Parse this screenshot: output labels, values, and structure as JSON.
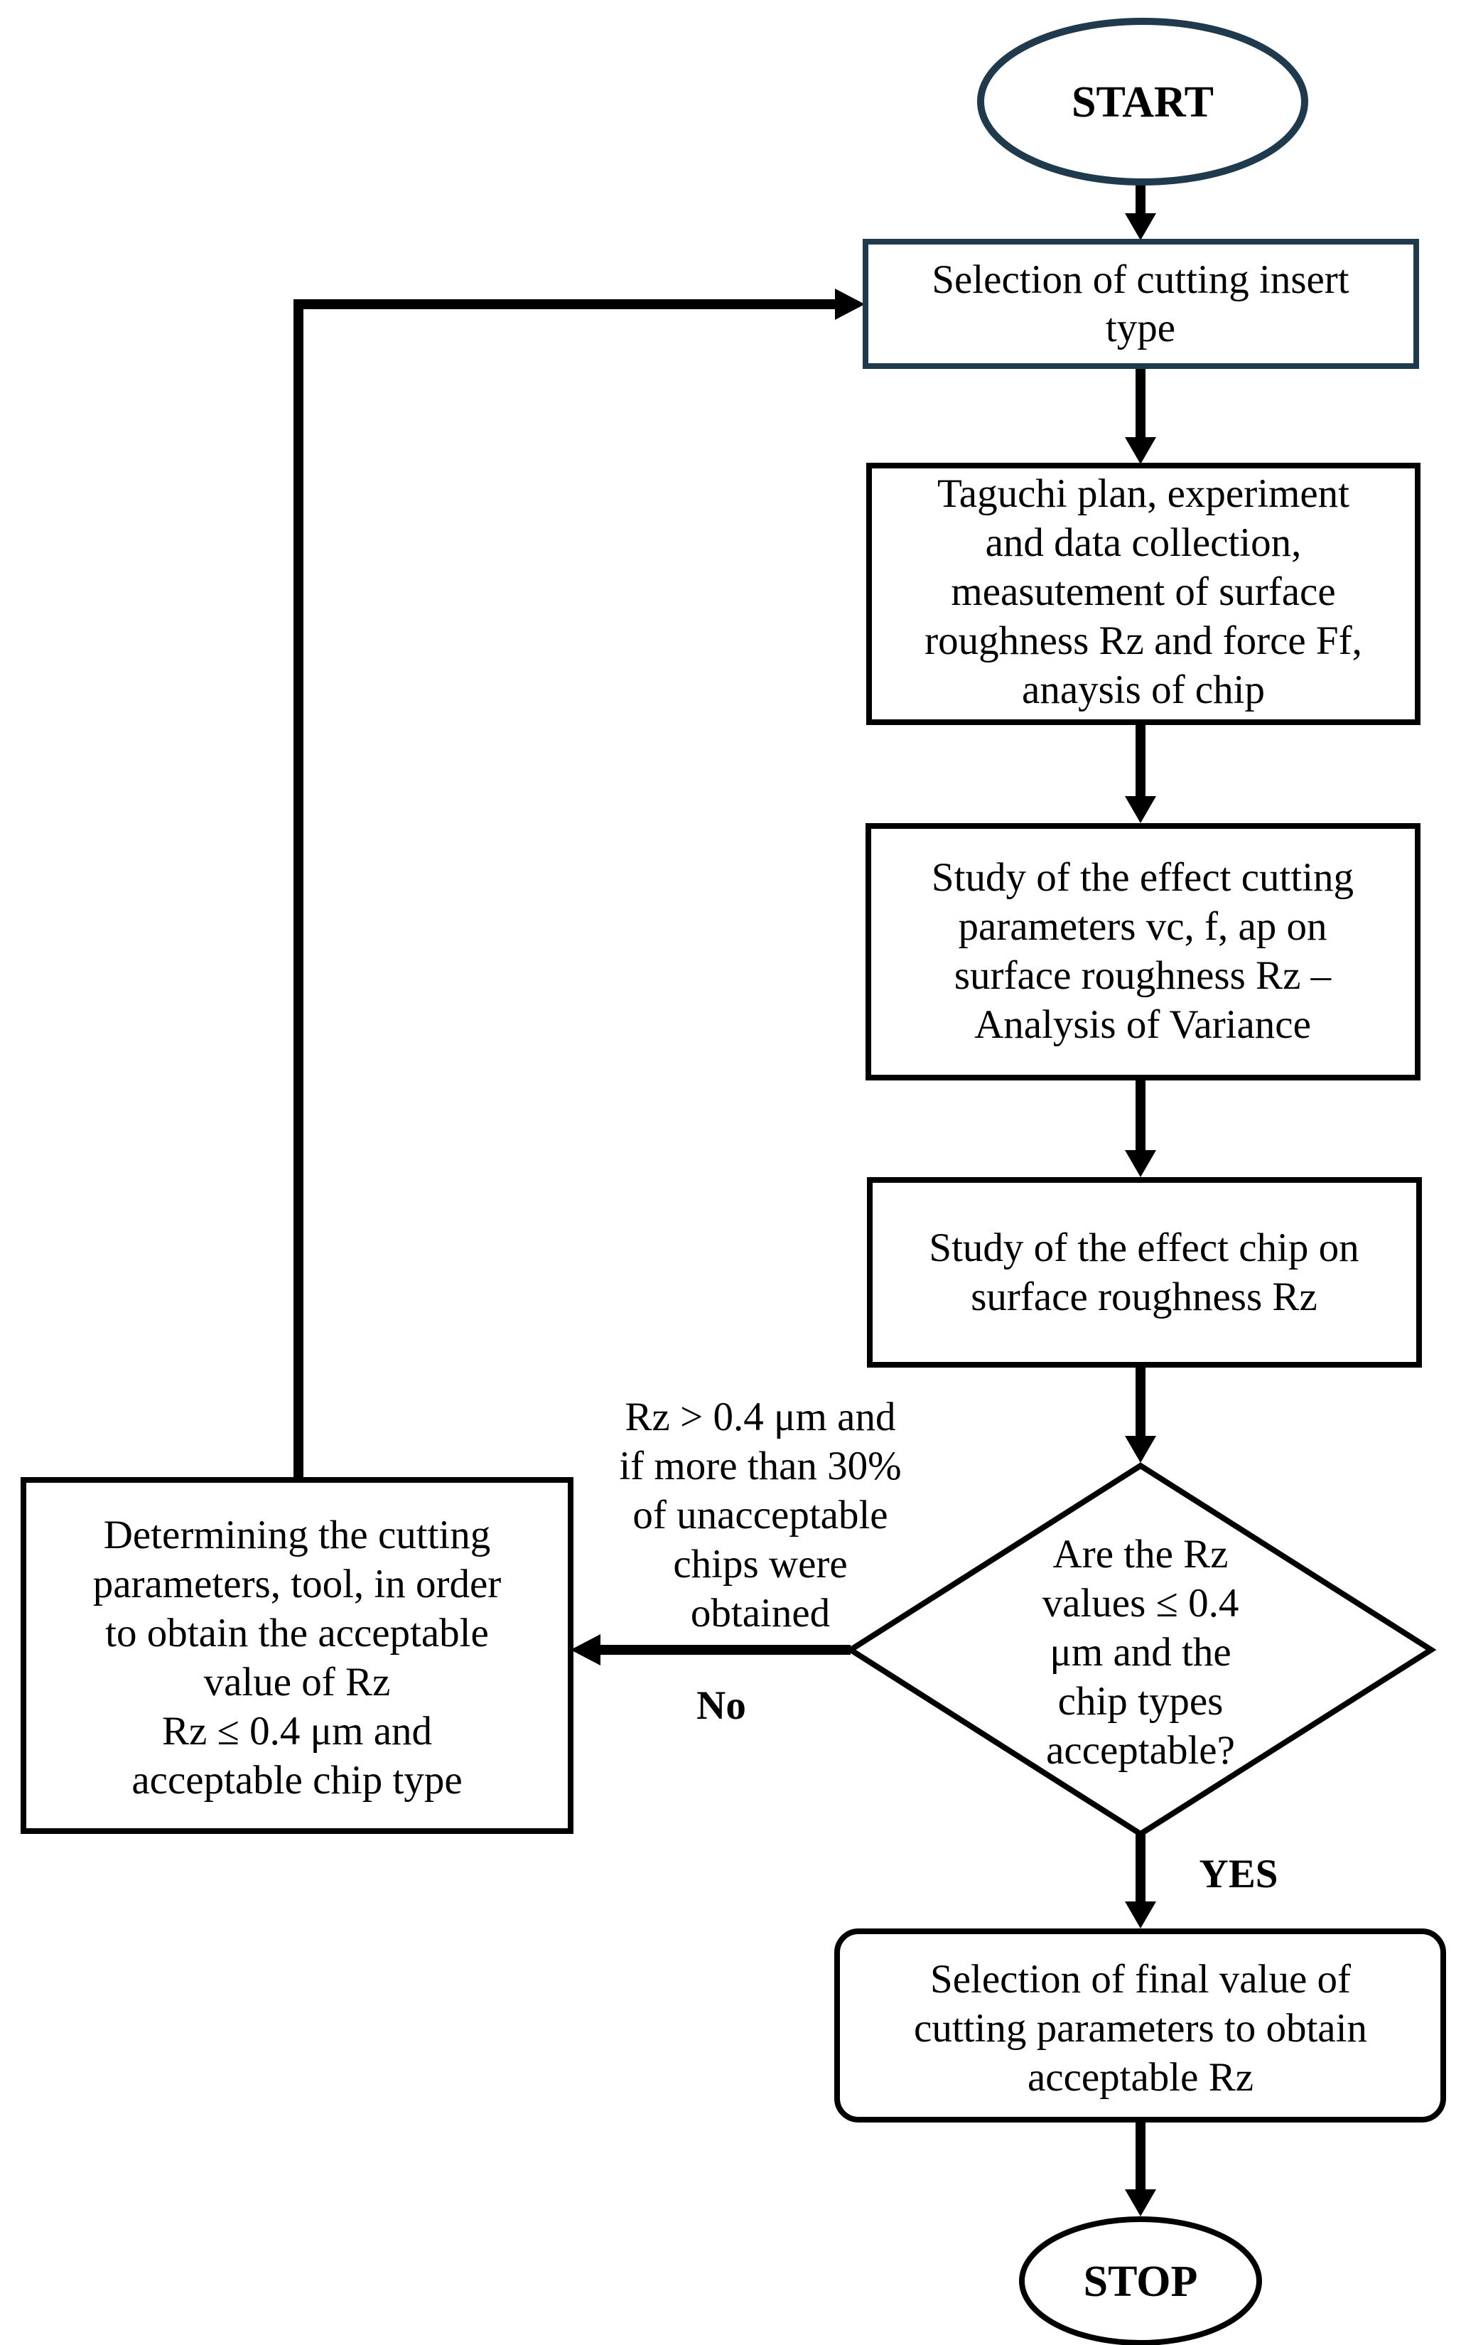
{
  "nodes": {
    "start": {
      "label": "START"
    },
    "insert_selection": {
      "lines": [
        "Selection of cutting insert",
        "type"
      ]
    },
    "taguchi": {
      "lines": [
        "Taguchi plan, experiment",
        "and data collection,",
        "measutement of surface",
        "roughness Rz and force Ff,",
        "anaysis of chip"
      ]
    },
    "study_params": {
      "lines": [
        "Study of the effect cutting",
        "parameters vc, f, ap on",
        "surface roughness Rz –",
        "Analysis of Variance"
      ]
    },
    "study_chip": {
      "lines": [
        "Study of the effect chip on",
        "surface roughness Rz"
      ]
    },
    "decision": {
      "lines": [
        "Are the Rz",
        "values ≤ 0.4",
        "μm and the",
        "chip types",
        "acceptable?"
      ]
    },
    "determine": {
      "lines": [
        "Determining the cutting",
        "parameters, tool, in order",
        "to obtain the acceptable",
        "value of Rz",
        "Rz ≤ 0.4 μm and",
        "acceptable chip type"
      ]
    },
    "final_selection": {
      "lines": [
        "Selection of final value of",
        "cutting parameters to obtain",
        "acceptable Rz"
      ]
    },
    "stop": {
      "label": "STOP"
    }
  },
  "edges": {
    "no_condition": {
      "lines": [
        "Rz > 0.4 μm and",
        "if more than 30%",
        "of unacceptable",
        "chips were",
        "obtained"
      ]
    },
    "no_label": "No",
    "yes_label": "YES"
  }
}
